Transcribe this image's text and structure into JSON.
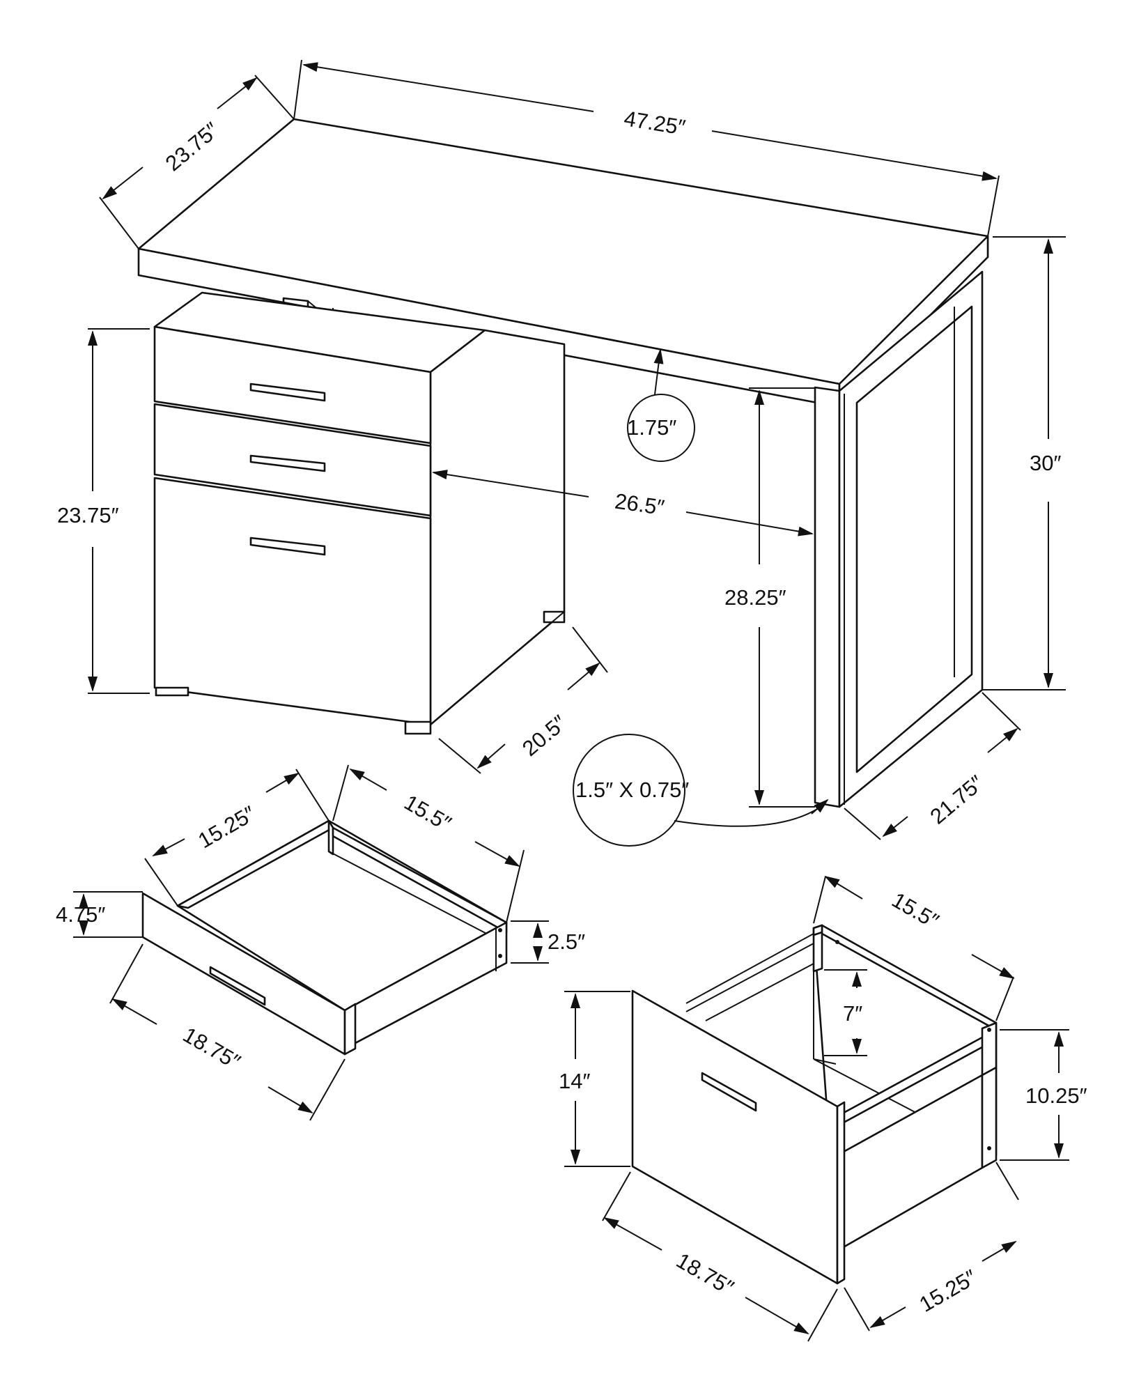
{
  "desk": {
    "width": "47.25″",
    "depth": "23.75″",
    "height": "30″",
    "top_thickness": "1.75″",
    "knee_width": "26.5″",
    "knee_height": "28.25″",
    "cabinet_height": "23.75″",
    "cabinet_depth": "20.5″",
    "leg_tube": "1.5″ X 0.75″",
    "leg_depth": "21.75″"
  },
  "small_drawer": {
    "inner_depth": "15.25″",
    "inner_width": "15.5″",
    "front_height": "4.75″",
    "side_height": "2.5″",
    "front_width": "18.75″"
  },
  "file_drawer": {
    "inner_width": "15.5″",
    "rail_height": "7″",
    "front_height": "14″",
    "side_height": "10.25″",
    "front_width": "18.75″",
    "depth": "15.25″"
  },
  "colors": {
    "line": "#111111",
    "background": "#ffffff"
  }
}
